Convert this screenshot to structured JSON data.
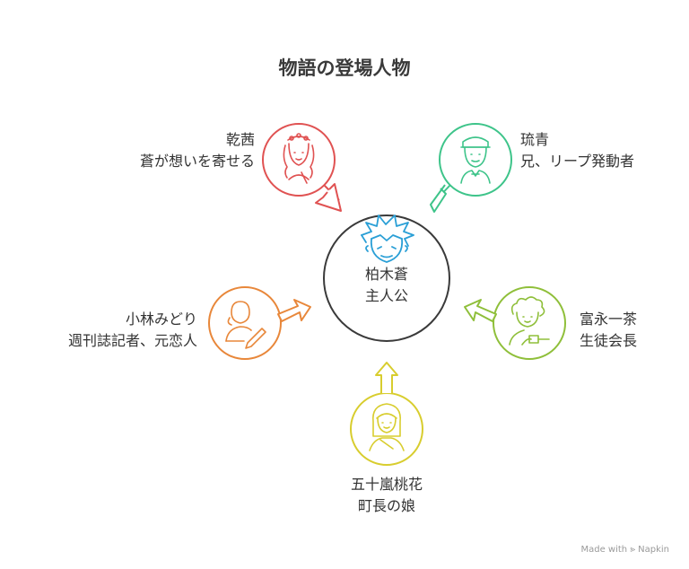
{
  "title": "物語の登場人物",
  "center": {
    "name": "柏木蒼",
    "role": "主人公",
    "color": "#3a3a3a",
    "icon": "spiky-hair-boy-icon"
  },
  "characters": [
    {
      "name": "乾茜",
      "role": "蒼が想いを寄せる",
      "color": "#e05252",
      "icon": "girl-with-headband-icon"
    },
    {
      "name": "琉青",
      "role": "兄、リープ発動者",
      "color": "#3ec48a",
      "icon": "sailor-hat-boy-icon"
    },
    {
      "name": "小林みどり",
      "role": "週刊誌記者、元恋人",
      "color": "#e8873a",
      "icon": "reporter-with-pen-icon"
    },
    {
      "name": "富永一茶",
      "role": "生徒会長",
      "color": "#8fbf3a",
      "icon": "curly-hair-gavel-icon"
    },
    {
      "name": "五十嵐桃花",
      "role": "町長の娘",
      "color": "#d8cd2e",
      "icon": "girl-with-scarf-icon"
    }
  ],
  "watermark": "Made with ⪢ Napkin"
}
